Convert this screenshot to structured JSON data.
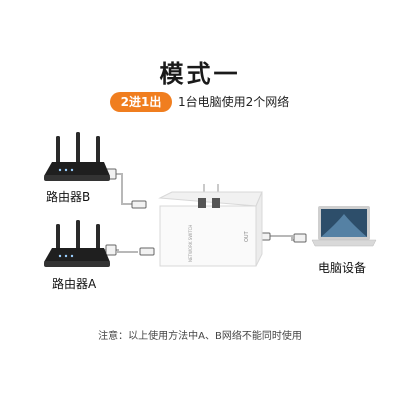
{
  "header": {
    "title": "模式一"
  },
  "mode": {
    "badge": "2进1出",
    "description": "1台电脑使用2个网络"
  },
  "devices": {
    "router_b": "路由器B",
    "router_a": "路由器A",
    "computer": "电脑设备"
  },
  "switch_box": {
    "brand_text": "NETWORK SWITCH",
    "side_mark": "OUT"
  },
  "note": "注意：以上使用方法中A、B网络不能同时使用",
  "colors": {
    "badge": "#f07e1f",
    "cable": "#b8b8b8",
    "router": "#2a2a2a"
  }
}
